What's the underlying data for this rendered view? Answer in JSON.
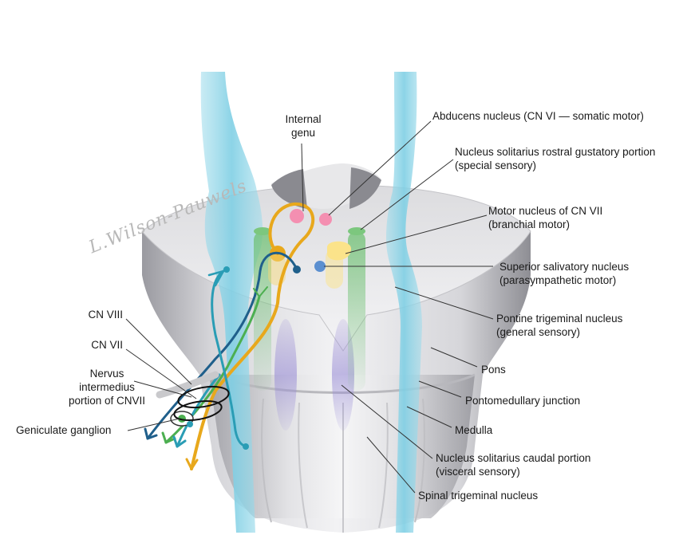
{
  "signature": "L.Wilson-Pauwels",
  "labels": {
    "internal_genu": [
      "Internal",
      "genu"
    ],
    "abducens_nucleus": [
      "Abducens nucleus (CN VI — somatic motor)"
    ],
    "nucleus_solitarius_rostral": [
      "Nucleus solitarius rostral gustatory portion",
      "(special sensory)"
    ],
    "motor_nucleus_cn7": [
      "Motor nucleus of CN VII",
      "(branchial motor)"
    ],
    "superior_salivatory": [
      "Superior salivatory nucleus",
      "(parasympathetic motor)"
    ],
    "pontine_trigeminal": [
      "Pontine trigeminal nucleus",
      "(general sensory)"
    ],
    "pons": [
      "Pons"
    ],
    "pontomedullary_junction": [
      "Pontomedullary junction"
    ],
    "medulla": [
      "Medulla"
    ],
    "nucleus_solitarius_caudal": [
      "Nucleus solitarius caudal portion",
      "(visceral sensory)"
    ],
    "spinal_trigeminal": [
      "Spinal trigeminal nucleus"
    ],
    "cn8": [
      "CN VIII"
    ],
    "cn7": [
      "CN VII"
    ],
    "nervus_intermedius": [
      "Nervus",
      "intermedius",
      "portion of CNVII"
    ],
    "geniculate_ganglion": [
      "Geniculate ganglion"
    ]
  },
  "colors": {
    "trigeminal_column": "#8fd3e6",
    "solitarius_column": "#4caf50",
    "abducens": "#f48fb1",
    "motor_nucleus": "#fbe38a",
    "salivatory": "#5b8fd0",
    "branchial_motor_fiber": "#e8a81c",
    "parasympathetic_fiber": "#1f5f8b",
    "special_sensory_fiber": "#4caf50",
    "general_sensory_fiber": "#2a9db5",
    "caudal_solitarius": "#9b8fd6",
    "brainstem": "#d8d8dc"
  }
}
